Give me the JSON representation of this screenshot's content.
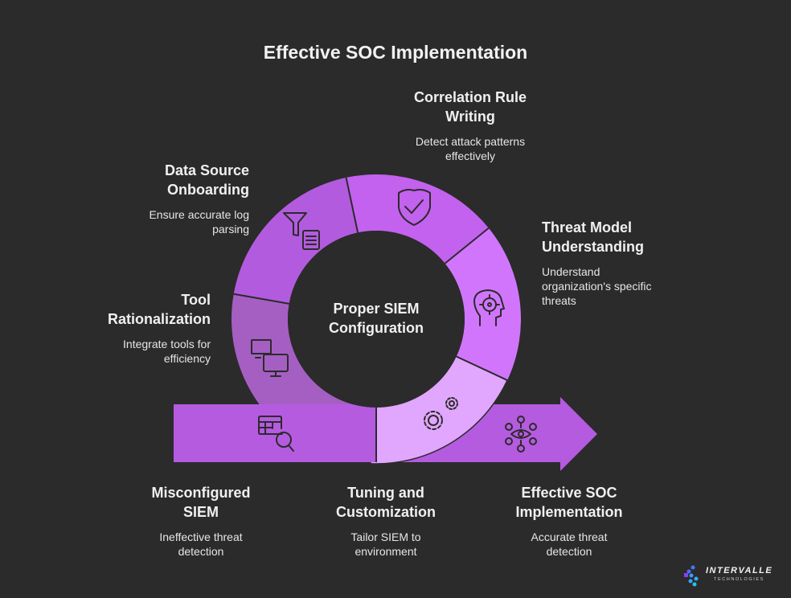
{
  "title": "Effective SOC Implementation",
  "center": {
    "line1": "Proper SIEM",
    "line2": "Configuration"
  },
  "colors": {
    "background": "#2b2b2b",
    "segment_data_source": "#b35bdf",
    "segment_correlation": "#c362ee",
    "segment_threat_model": "#d176fc",
    "segment_tool": "#a55fc2",
    "segment_tuning": "#e1a6fd",
    "bar": "#b55be0",
    "icon_stroke": "#2b2b2b"
  },
  "steps": [
    {
      "id": "data-source",
      "title_line1": "Data Source",
      "title_line2": "Onboarding",
      "desc_line1": "Ensure accurate log",
      "desc_line2": "parsing",
      "icon": "filter-document-icon"
    },
    {
      "id": "correlation",
      "title_line1": "Correlation Rule",
      "title_line2": "Writing",
      "desc_line1": "Detect attack patterns",
      "desc_line2": "effectively",
      "icon": "shield-check-icon"
    },
    {
      "id": "threat-model",
      "title_line1": "Threat Model",
      "title_line2": "Understanding",
      "desc_line1": "Understand",
      "desc_line2": "organization's specific",
      "desc_line3": "threats",
      "icon": "head-target-icon"
    },
    {
      "id": "tool",
      "title_line1": "Tool",
      "title_line2": "Rationalization",
      "desc_line1": "Integrate tools for",
      "desc_line2": "efficiency",
      "icon": "monitors-icon"
    },
    {
      "id": "misconfigured",
      "title_line1": "Misconfigured",
      "title_line2": "SIEM",
      "desc_line1": "Ineffective threat",
      "desc_line2": "detection",
      "icon": "table-search-icon"
    },
    {
      "id": "tuning",
      "title_line1": "Tuning and",
      "title_line2": "Customization",
      "desc_line1": "Tailor SIEM to",
      "desc_line2": "environment",
      "icon": "gears-icon"
    },
    {
      "id": "effective",
      "title_line1": "Effective SOC",
      "title_line2": "Implementation",
      "desc_line1": "Accurate threat",
      "desc_line2": "detection",
      "icon": "network-eye-icon"
    }
  ],
  "logo": {
    "name": "INTERVALLE",
    "sub": "TECHNOLOGIES"
  }
}
